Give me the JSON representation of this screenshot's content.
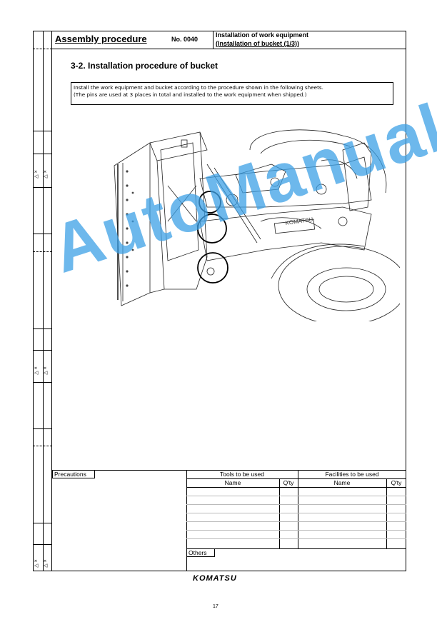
{
  "header": {
    "title": "Assembly procedure",
    "doc_no": "No. 0040",
    "subject_line1": "Installation of work equipment",
    "subject_line2": "(Installation of bucket (1/3))"
  },
  "section": {
    "heading": "3-2. Installation procedure of bucket",
    "note_line1": "Install the work equipment and bucket according to the procedure shown in the following sheets.",
    "note_line2": "(The pins are used at 3 places in total and installed to the work equipment when shipped.)"
  },
  "revision_marks": [
    "△ ×",
    "△ ×",
    "△ ×",
    "△ ×",
    "△ ×",
    "△ ×"
  ],
  "footer_table": {
    "precautions_label": "Precautions",
    "tools_label": "Tools to be used",
    "facilities_label": "Facilities to be used",
    "name_col": "Name",
    "qty_col": "Q'ty",
    "others_label": "Others"
  },
  "brand": "KOMATSU",
  "page_number": "17",
  "watermark": "AutoManual",
  "colors": {
    "watermark": "#3ca0e6"
  }
}
